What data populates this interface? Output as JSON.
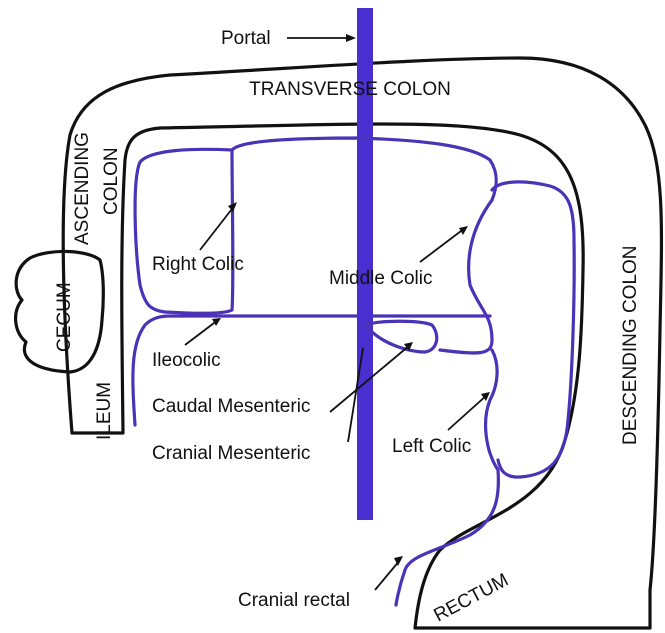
{
  "colors": {
    "colon_fill": "#fce3cf",
    "vein": "#4b33b8",
    "portal_bar": "#4a2fd0",
    "outline": "#111111"
  },
  "regions": {
    "transverse_colon": "TRANSVERSE COLON",
    "ascending_colon_line1": "ASCENDING",
    "ascending_colon_line2": "COLON",
    "descending_colon": "DESCENDING COLON",
    "cecum": "CECUM",
    "ileum": "ILEUM",
    "rectum": "RECTUM"
  },
  "vessels": {
    "portal": "Portal",
    "right_colic": "Right Colic",
    "middle_colic": "Middle Colic",
    "ileocolic": "Ileocolic",
    "caudal_mesenteric": "Caudal Mesenteric",
    "cranial_mesenteric": "Cranial Mesenteric",
    "left_colic": "Left Colic",
    "cranial_rectal": "Cranial rectal"
  }
}
